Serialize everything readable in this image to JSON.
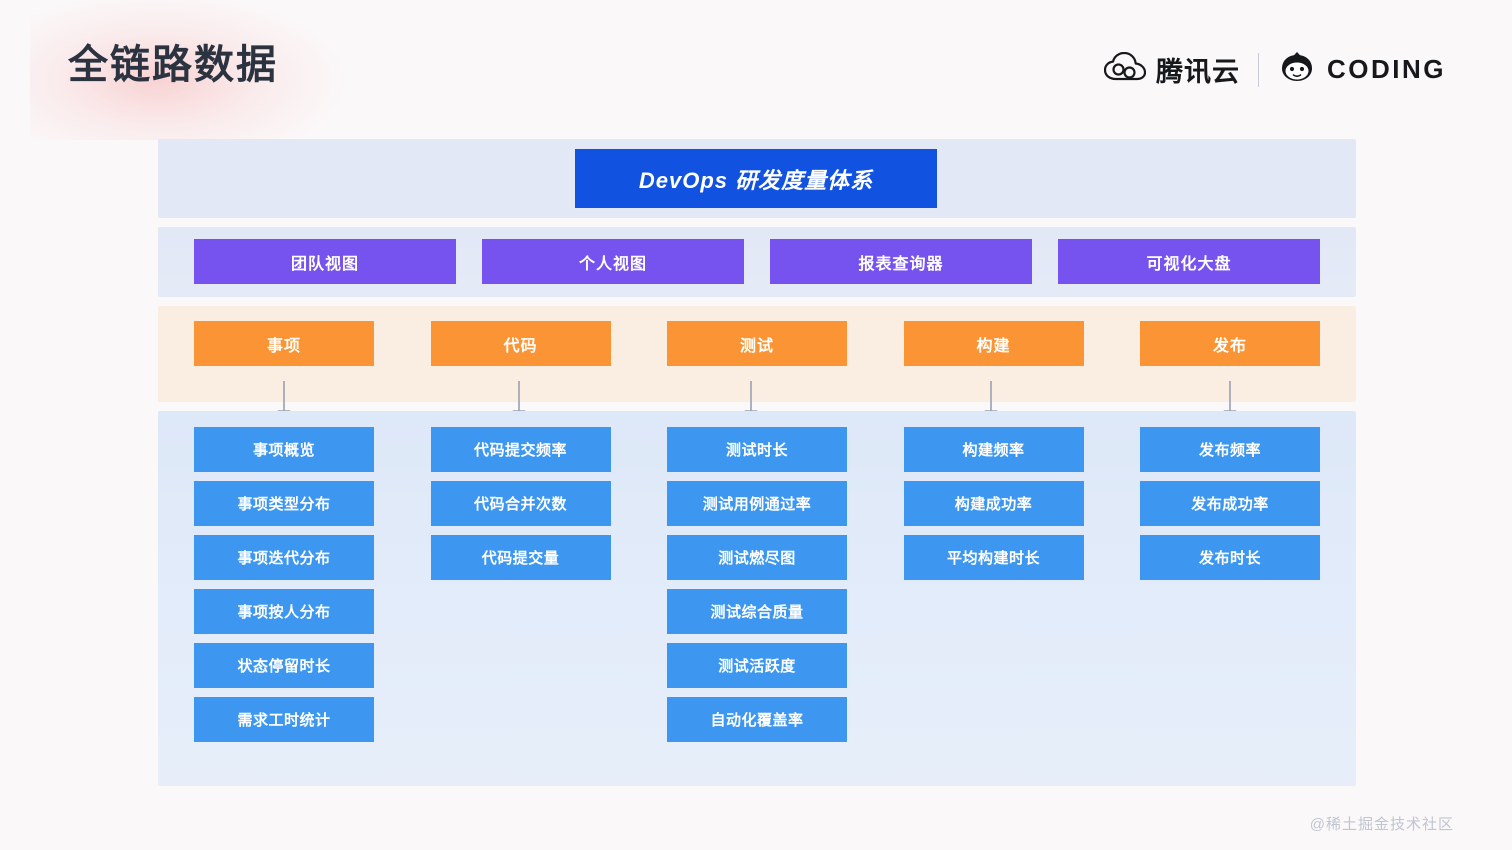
{
  "page": {
    "title": "全链路数据",
    "watermark": "@稀土掘金技术社区",
    "colors": {
      "background": "#fbf8f9",
      "header_blue": "#1252e0",
      "view_purple": "#7652ef",
      "stage_orange": "#fa9434",
      "metric_blue": "#3d97f0",
      "band_blue": "#e2e8f5",
      "band_peach": "#faeee3"
    }
  },
  "brand": {
    "tencent_cloud": "腾讯云",
    "coding": "CODING",
    "tencent_icon": "tencent-cloud-icon",
    "coding_icon": "coding-monkey-icon"
  },
  "diagram": {
    "header": {
      "label": "DevOps 研发度量体系"
    },
    "views": [
      {
        "label": "团队视图"
      },
      {
        "label": "个人视图"
      },
      {
        "label": "报表查询器"
      },
      {
        "label": "可视化大盘"
      }
    ],
    "stages": [
      {
        "label": "事项"
      },
      {
        "label": "代码"
      },
      {
        "label": "测试"
      },
      {
        "label": "构建"
      },
      {
        "label": "发布"
      }
    ],
    "metrics": [
      {
        "stage": "事项",
        "items": [
          "事项概览",
          "事项类型分布",
          "事项迭代分布",
          "事项按人分布",
          "状态停留时长",
          "需求工时统计"
        ]
      },
      {
        "stage": "代码",
        "items": [
          "代码提交频率",
          "代码合并次数",
          "代码提交量"
        ]
      },
      {
        "stage": "测试",
        "items": [
          "测试时长",
          "测试用例通过率",
          "测试燃尽图",
          "测试综合质量",
          "测试活跃度",
          "自动化覆盖率"
        ]
      },
      {
        "stage": "构建",
        "items": [
          "构建频率",
          "构建成功率",
          "平均构建时长"
        ]
      },
      {
        "stage": "发布",
        "items": [
          "发布频率",
          "发布成功率",
          "发布时长"
        ]
      }
    ]
  }
}
